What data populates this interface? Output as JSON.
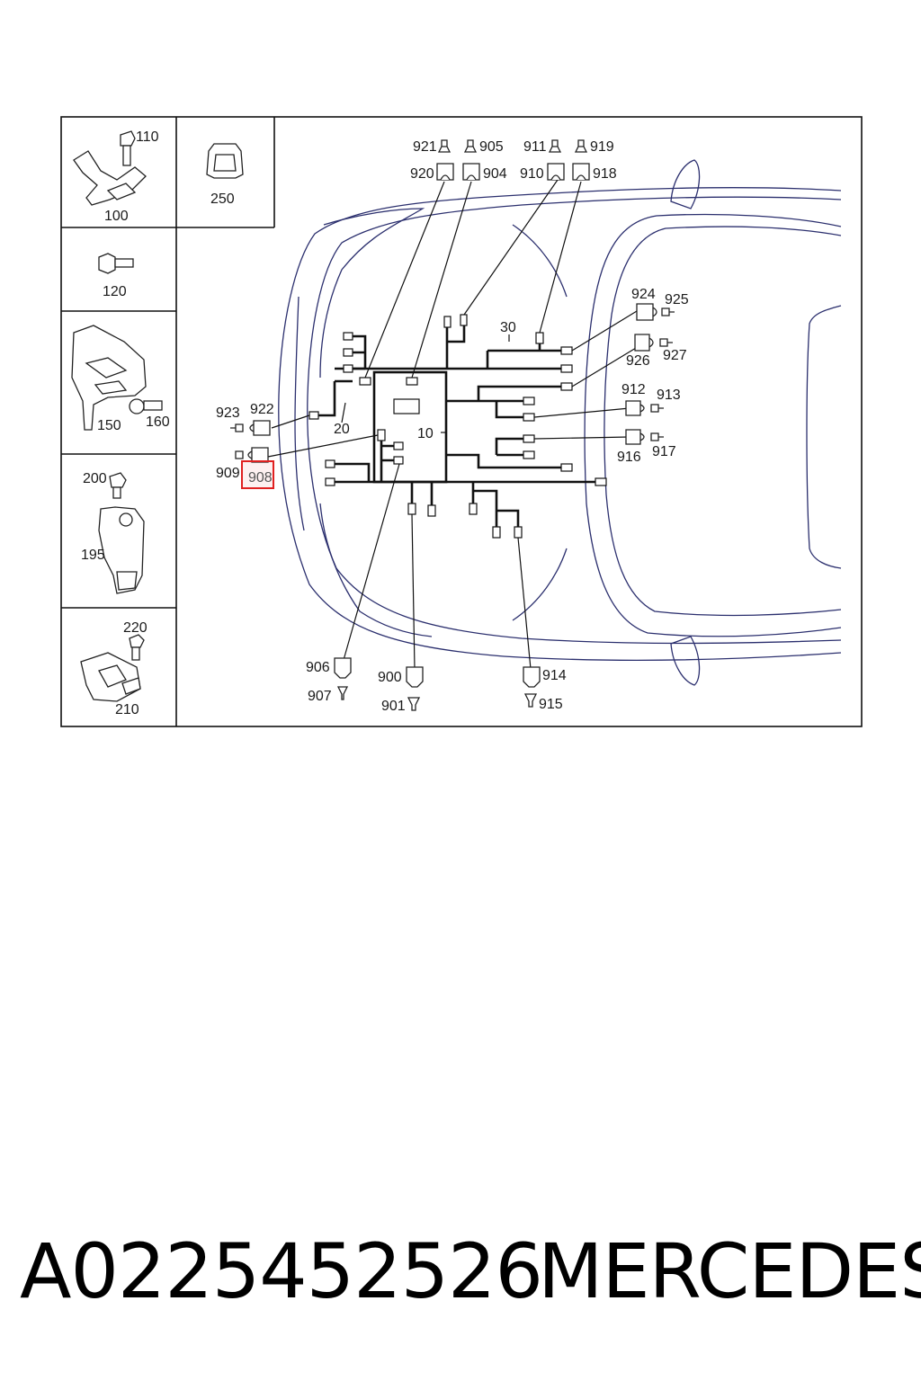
{
  "parts": {
    "p100": "100",
    "p110": "110",
    "p250": "250",
    "p120": "120",
    "p150": "150",
    "p160": "160",
    "p200": "200",
    "p195": "195",
    "p220": "220",
    "p210": "210"
  },
  "callouts": {
    "c921": "921",
    "c905": "905",
    "c911": "911",
    "c919": "919",
    "c920": "920",
    "c904": "904",
    "c910": "910",
    "c918": "918",
    "c924": "924",
    "c925": "925",
    "c926": "926",
    "c927": "927",
    "c912": "912",
    "c913": "913",
    "c916": "916",
    "c917": "917",
    "c923": "923",
    "c922": "922",
    "c909": "909",
    "c908": "908",
    "c30": "30",
    "c20": "20",
    "c10": "10",
    "c906": "906",
    "c907": "907",
    "c900": "900",
    "c901": "901",
    "c914": "914",
    "c915": "915"
  },
  "highlight": "908",
  "footer": {
    "code": "A0225452526",
    "brand": "MERCEDES"
  }
}
